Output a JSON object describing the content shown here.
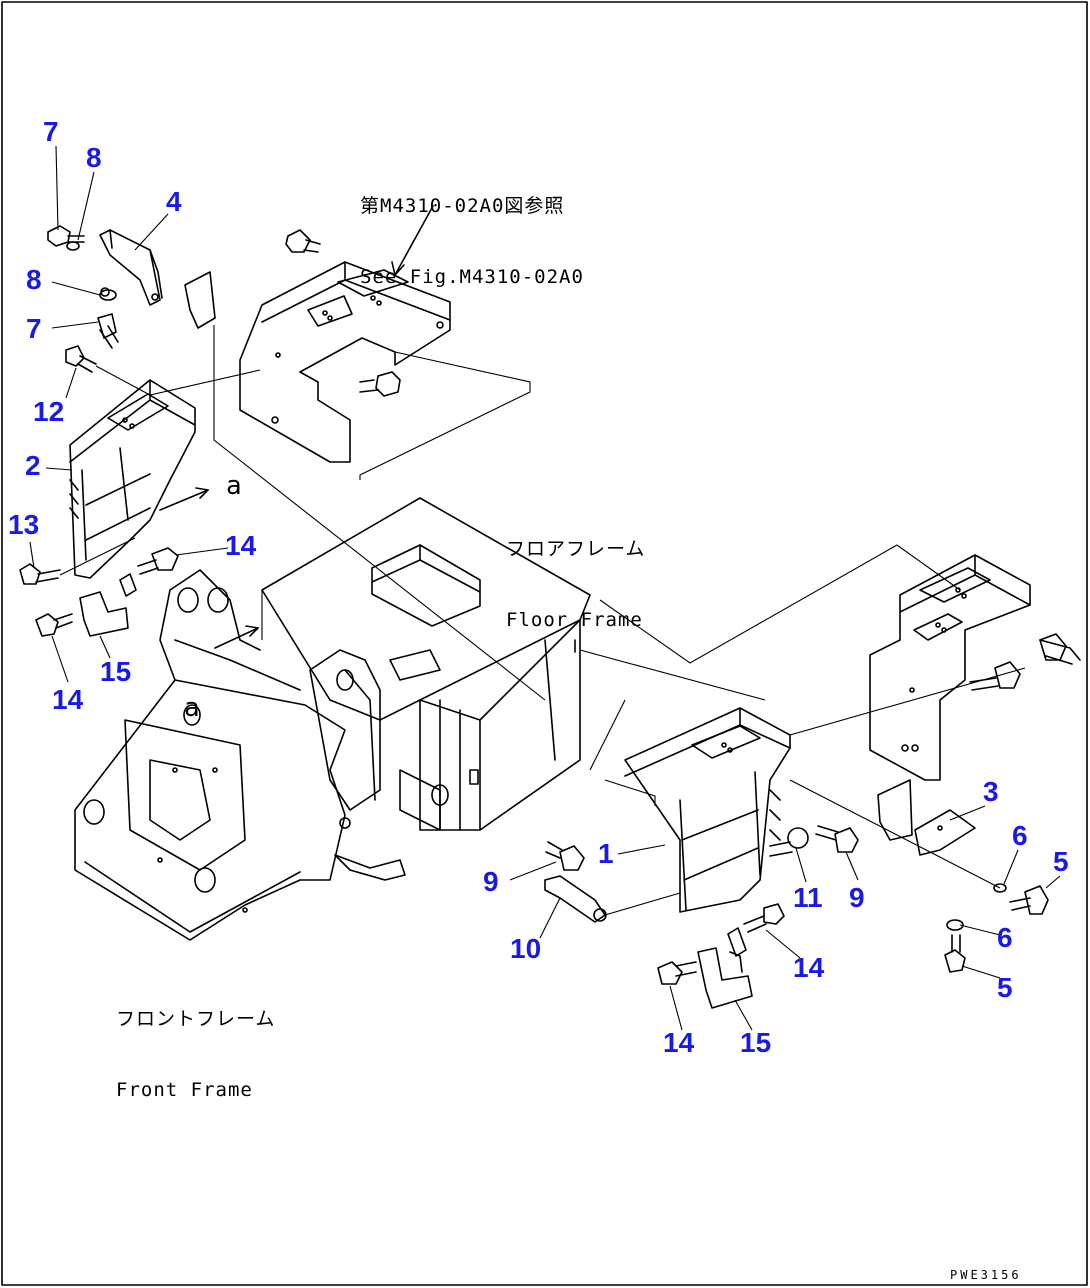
{
  "colors": {
    "callout": "#1a1ae6",
    "line": "#000000",
    "background": "#ffffff"
  },
  "reference_note": {
    "line1": "第M4310-02A0図参照",
    "line2": "See Fig.M4310-02A0"
  },
  "floor_frame_label": {
    "jp": "フロアフレーム",
    "en": "Floor Frame"
  },
  "front_frame_label": {
    "jp": "フロントフレーム",
    "en": "Front Frame"
  },
  "view_markers": {
    "a_upper": "a",
    "a_lower": "a"
  },
  "drawing_code": "PWE3156",
  "callouts": [
    {
      "id": "c7a",
      "text": "7"
    },
    {
      "id": "c8a",
      "text": "8"
    },
    {
      "id": "c4",
      "text": "4"
    },
    {
      "id": "c8b",
      "text": "8"
    },
    {
      "id": "c7b",
      "text": "7"
    },
    {
      "id": "c12",
      "text": "12"
    },
    {
      "id": "c2",
      "text": "2"
    },
    {
      "id": "c13",
      "text": "13"
    },
    {
      "id": "c14a",
      "text": "14"
    },
    {
      "id": "c14b",
      "text": "14"
    },
    {
      "id": "c15a",
      "text": "15"
    },
    {
      "id": "c3",
      "text": "3"
    },
    {
      "id": "c6a",
      "text": "6"
    },
    {
      "id": "c5a",
      "text": "5"
    },
    {
      "id": "c1",
      "text": "1"
    },
    {
      "id": "c9a",
      "text": "9"
    },
    {
      "id": "c11",
      "text": "11"
    },
    {
      "id": "c9b",
      "text": "9"
    },
    {
      "id": "c10",
      "text": "10"
    },
    {
      "id": "c6b",
      "text": "6"
    },
    {
      "id": "c14c",
      "text": "14"
    },
    {
      "id": "c5b",
      "text": "5"
    },
    {
      "id": "c14d",
      "text": "14"
    },
    {
      "id": "c15b",
      "text": "15"
    }
  ]
}
